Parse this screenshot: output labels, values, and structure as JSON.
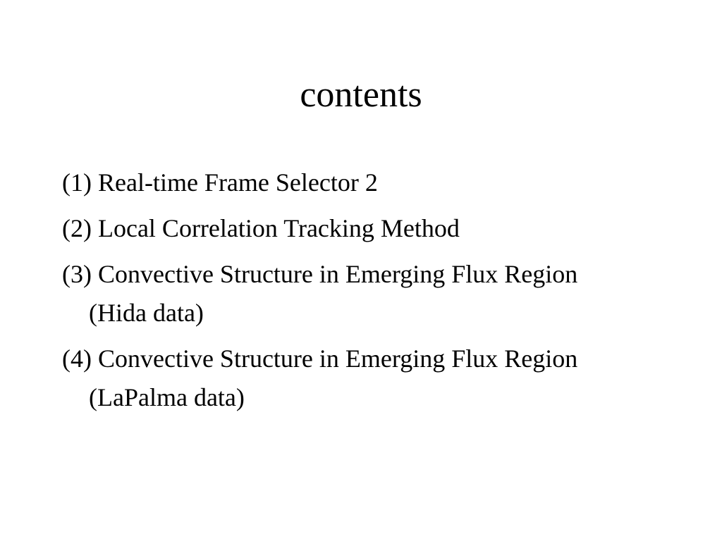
{
  "slide": {
    "title": "contents",
    "items": [
      "(1) Real-time Frame Selector 2",
      "(2) Local Correlation Tracking Method",
      "(3) Convective Structure in Emerging Flux Region (Hida data)",
      "(4) Convective Structure in Emerging Flux Region (LaPalma data)"
    ]
  }
}
